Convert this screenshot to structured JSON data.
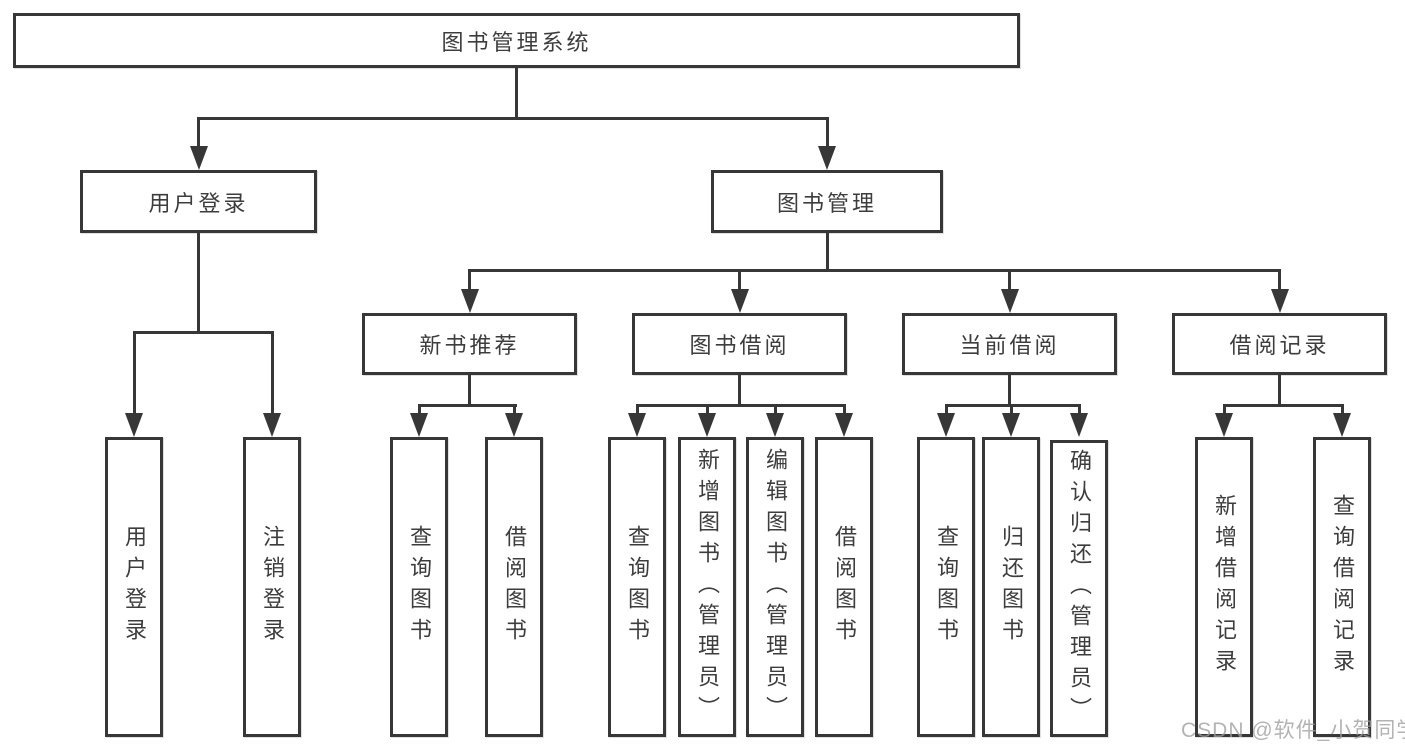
{
  "diagram": {
    "root": {
      "label": "图书管理系统"
    },
    "level2": [
      {
        "label": "用户登录",
        "children": [
          {
            "label": "用户登录"
          },
          {
            "label": "注销登录"
          }
        ]
      },
      {
        "label": "图书管理",
        "children": [
          {
            "label": "新书推荐",
            "children": [
              {
                "label": "查询图书"
              },
              {
                "label": "借阅图书"
              }
            ]
          },
          {
            "label": "图书借阅",
            "children": [
              {
                "label": "查询图书"
              },
              {
                "label": "新增图书（管理员）"
              },
              {
                "label": "编辑图书（管理员）"
              },
              {
                "label": "借阅图书"
              }
            ]
          },
          {
            "label": "当前借阅",
            "children": [
              {
                "label": "查询图书"
              },
              {
                "label": "归还图书"
              },
              {
                "label": "确认归还（管理员）"
              }
            ]
          },
          {
            "label": "借阅记录",
            "children": [
              {
                "label": "新增借阅记录"
              },
              {
                "label": "查询借阅记录"
              }
            ]
          }
        ]
      }
    ]
  },
  "watermark": {
    "text": "CSDN @软件_小贺同学"
  },
  "colors": {
    "line": "#373737",
    "box_border": "#373737",
    "text": "#3d3d3d",
    "watermark": "#9e9e9e",
    "background": "#ffffff"
  }
}
